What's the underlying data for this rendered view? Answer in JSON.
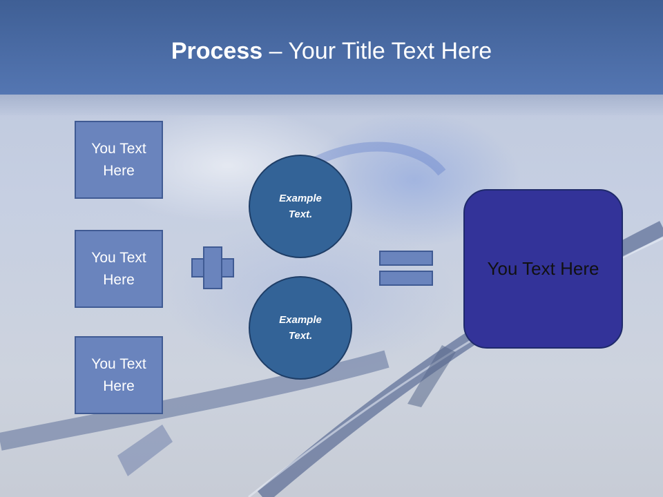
{
  "title": {
    "bold": "Process",
    "rest": " – Your Title Text Here"
  },
  "left_boxes": [
    {
      "label": "You Text Here"
    },
    {
      "label": "You Text Here"
    },
    {
      "label": "You Text Here"
    }
  ],
  "circles": [
    {
      "label": "Example Text."
    },
    {
      "label": "Example Text."
    }
  ],
  "result": {
    "label": "You Text Here"
  },
  "colors": {
    "header": "#4a6aa6",
    "box_fill": "#6a84bd",
    "circle_fill": "#336397",
    "result_fill": "#333399"
  },
  "icons": {
    "operator_1": "plus-icon",
    "operator_2": "equals-icon"
  }
}
